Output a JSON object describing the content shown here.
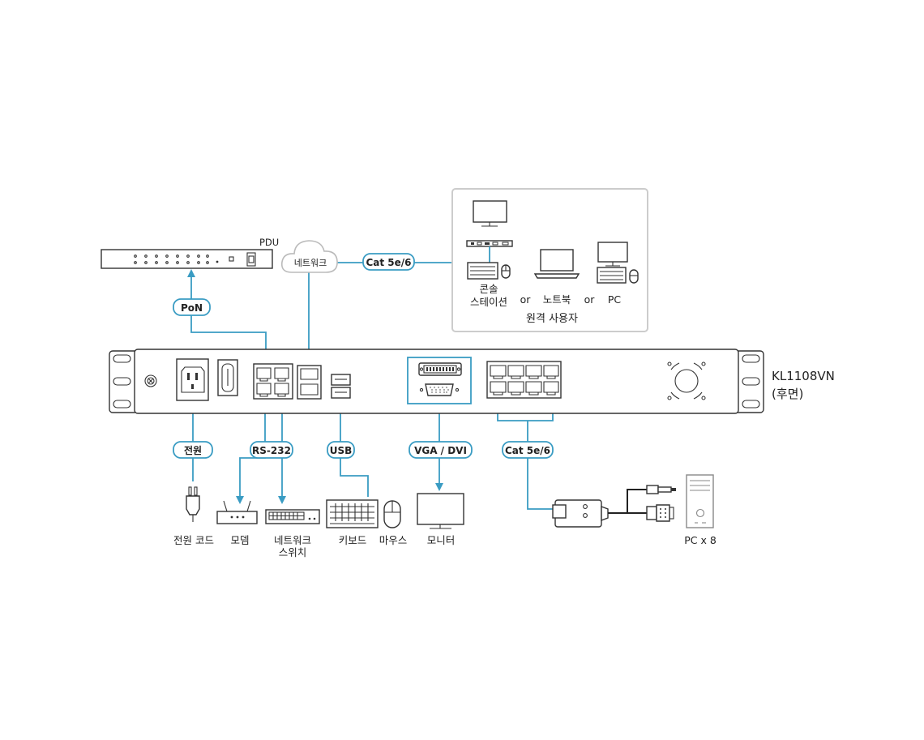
{
  "labels": {
    "pdu": "PDU",
    "network_cloud": "네트워크",
    "cat_top": "Cat 5e/6",
    "pon": "PoN",
    "console_line1": "콘솔",
    "console_line2": "스테이션",
    "or1": "or",
    "notebook": "노트북",
    "or2": "or",
    "pc": "PC",
    "remote_user": "원격 사용자",
    "model": "KL1108VN",
    "model_sub": "(후면)",
    "power": "전원",
    "rs232": "RS-232",
    "usb": "USB",
    "vga_dvi": "VGA / DVI",
    "cat_bottom": "Cat 5e/6",
    "power_cord": "전원 코드",
    "modem": "모뎀",
    "net_switch_line1": "네트워크",
    "net_switch_line2": "스위치",
    "keyboard": "키보드",
    "mouse": "마우스",
    "monitor": "모니터",
    "pc_x8": "PC x 8"
  },
  "colors": {
    "cable": "#3a9cc3",
    "device_outline": "#333333",
    "remote_box_border": "#cccccc"
  },
  "icons": [
    "pdu-icon",
    "cloud-icon",
    "monitor-icon",
    "kvm-module-icon",
    "keyboard-icon",
    "mouse-icon",
    "laptop-icon",
    "pc-icon",
    "power-plug-icon",
    "modem-icon",
    "network-switch-icon",
    "pc-tower-icon",
    "kvm-adapter-icon"
  ]
}
